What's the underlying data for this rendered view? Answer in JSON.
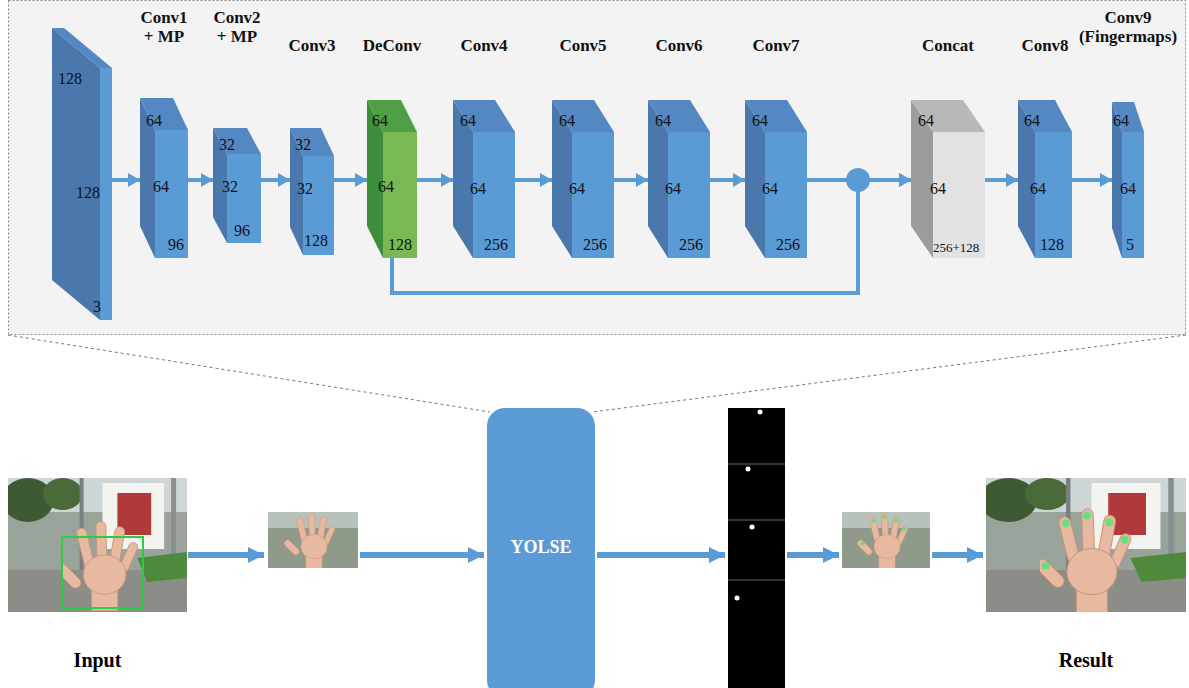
{
  "diagram": {
    "nodes": [
      {
        "text": [
          "128",
          "128",
          "3"
        ]
      },
      {
        "text": [
          "Conv1 + MP",
          "64",
          "64",
          "96"
        ]
      },
      {
        "text": [
          "Conv2 + MP",
          "32",
          "32",
          "96"
        ]
      },
      {
        "text": [
          "Conv3",
          "32",
          "32",
          "128"
        ]
      },
      {
        "text": [
          "DeConv",
          "64",
          "64",
          "128"
        ]
      },
      {
        "text": [
          "Conv4",
          "64",
          "64",
          "256"
        ]
      },
      {
        "text": [
          "Conv5",
          "64",
          "64",
          "256"
        ]
      },
      {
        "text": [
          "Conv6",
          "64",
          "64",
          "256"
        ]
      },
      {
        "text": [
          "Conv7",
          "64",
          "64",
          "256"
        ]
      },
      {
        "text": [
          "Concat",
          "64",
          "64",
          "256+128"
        ]
      },
      {
        "text": [
          "Conv8",
          "64",
          "64",
          "128"
        ]
      },
      {
        "text": [
          "Conv9 (Fingermaps)",
          "64",
          "64",
          "5"
        ]
      },
      {
        "text": [
          "YOLSE"
        ]
      },
      {
        "text": [
          "Input"
        ]
      },
      {
        "text": [
          "Result"
        ]
      }
    ],
    "edges": [
      {
        "from": 0,
        "to": 1,
        "arrow": "to"
      },
      {
        "from": 1,
        "to": 2,
        "arrow": "to"
      },
      {
        "from": 2,
        "to": 3,
        "arrow": "to"
      },
      {
        "from": 3,
        "to": 4,
        "arrow": "to"
      },
      {
        "from": 4,
        "to": 5,
        "arrow": "to"
      },
      {
        "from": 5,
        "to": 6,
        "arrow": "to"
      },
      {
        "from": 6,
        "to": 7,
        "arrow": "to"
      },
      {
        "from": 7,
        "to": 8,
        "arrow": "to"
      },
      {
        "from": 8,
        "to": 9,
        "arrow": "to"
      },
      {
        "from": 4,
        "to": 9,
        "arrow": "to"
      },
      {
        "from": 9,
        "to": 10,
        "arrow": "to"
      },
      {
        "from": 10,
        "to": 11,
        "arrow": "to"
      }
    ]
  }
}
